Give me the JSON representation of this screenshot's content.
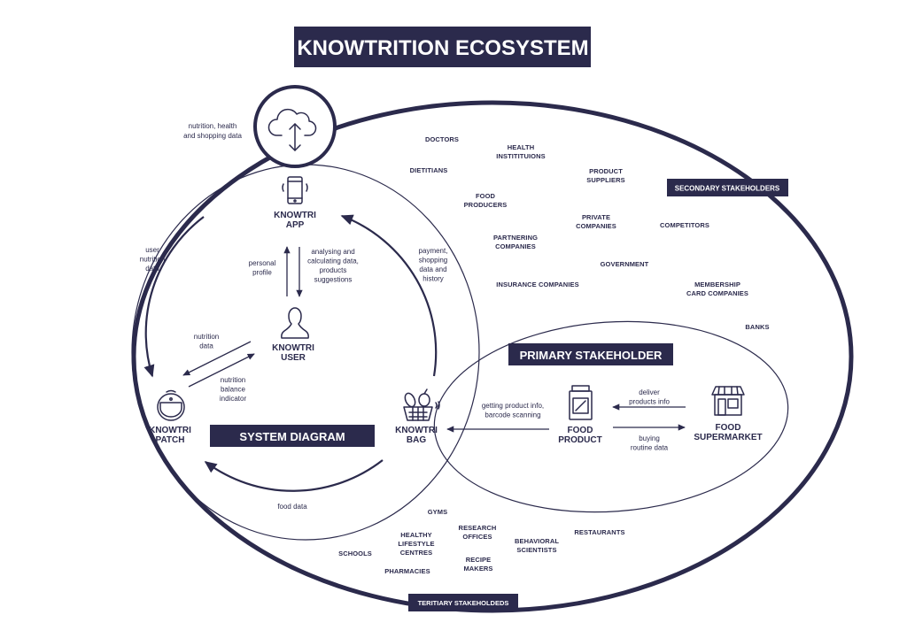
{
  "title": "KNOWTRITION ECOSYSTEM",
  "colors": {
    "navy": "#2b2a4c",
    "background": "#ffffff"
  },
  "labels": {
    "secondary": "SECONDARY STAKEHOLDERS",
    "primary": "PRIMARY STAKEHOLDER",
    "system": "SYSTEM DIAGRAM",
    "tertiary": "TERITIARY STAKEHOLDEDS"
  },
  "nodes": [
    {
      "id": "cloud",
      "icon": "cloud-sync-icon",
      "lines": []
    },
    {
      "id": "app",
      "icon": "smartphone-icon",
      "lines": [
        "KNOWTRI",
        "APP"
      ]
    },
    {
      "id": "user",
      "icon": "user-icon",
      "lines": [
        "KNOWTRI",
        "USER"
      ]
    },
    {
      "id": "patch",
      "icon": "patch-device-icon",
      "lines": [
        "KNOWTRI",
        "PATCH"
      ]
    },
    {
      "id": "bag",
      "icon": "shopping-basket-icon",
      "lines": [
        "KNOWTRI",
        "BAG"
      ]
    },
    {
      "id": "product",
      "icon": "food-jar-icon",
      "lines": [
        "FOOD",
        "PRODUCT"
      ]
    },
    {
      "id": "supermarket",
      "icon": "store-icon",
      "lines": [
        "FOOD",
        "SUPERMARKET"
      ]
    }
  ],
  "flows": [
    {
      "lines": [
        "nutrition, health",
        "and shopping data"
      ]
    },
    {
      "lines": [
        "user",
        "nutrition",
        "data"
      ]
    },
    {
      "lines": [
        "personal",
        "profile"
      ]
    },
    {
      "lines": [
        "analysing and",
        "calculating data,",
        "products",
        "suggestions"
      ]
    },
    {
      "lines": [
        "payment,",
        "shopping",
        "data and",
        "history"
      ]
    },
    {
      "lines": [
        "nutrition",
        "data"
      ]
    },
    {
      "lines": [
        "nutrition",
        "balance",
        "indicator"
      ]
    },
    {
      "lines": [
        "food data"
      ]
    },
    {
      "lines": [
        "getting product info,",
        "barcode scanning"
      ]
    },
    {
      "lines": [
        "deliver",
        "products info"
      ]
    },
    {
      "lines": [
        "buying",
        "routine data"
      ]
    }
  ],
  "secondary_stakeholders": [
    {
      "lines": [
        "DOCTORS"
      ]
    },
    {
      "lines": [
        "HEALTH",
        "INSTITITUIONS"
      ]
    },
    {
      "lines": [
        "DIETITIANS"
      ]
    },
    {
      "lines": [
        "PRODUCT",
        "SUPPLIERS"
      ]
    },
    {
      "lines": [
        "FOOD",
        "PRODUCERS"
      ]
    },
    {
      "lines": [
        "PRIVATE",
        "COMPANIES"
      ]
    },
    {
      "lines": [
        "COMPETITORS"
      ]
    },
    {
      "lines": [
        "PARTNERING",
        "COMPANIES"
      ]
    },
    {
      "lines": [
        "GOVERNMENT"
      ]
    },
    {
      "lines": [
        "INSURANCE COMPANIES"
      ]
    },
    {
      "lines": [
        "MEMBERSHIP",
        "CARD COMPANIES"
      ]
    },
    {
      "lines": [
        "BANKS"
      ]
    }
  ],
  "tertiary_stakeholders": [
    {
      "lines": [
        "GYMS"
      ]
    },
    {
      "lines": [
        "RESEARCH",
        "OFFICES"
      ]
    },
    {
      "lines": [
        "HEALTHY",
        "LIFESTYLE",
        "CENTRES"
      ]
    },
    {
      "lines": [
        "RESTAURANTS"
      ]
    },
    {
      "lines": [
        "BEHAVIORAL",
        "SCIENTISTS"
      ]
    },
    {
      "lines": [
        "SCHOOLS"
      ]
    },
    {
      "lines": [
        "RECIPE",
        "MAKERS"
      ]
    },
    {
      "lines": [
        "PHARMACIES"
      ]
    }
  ]
}
